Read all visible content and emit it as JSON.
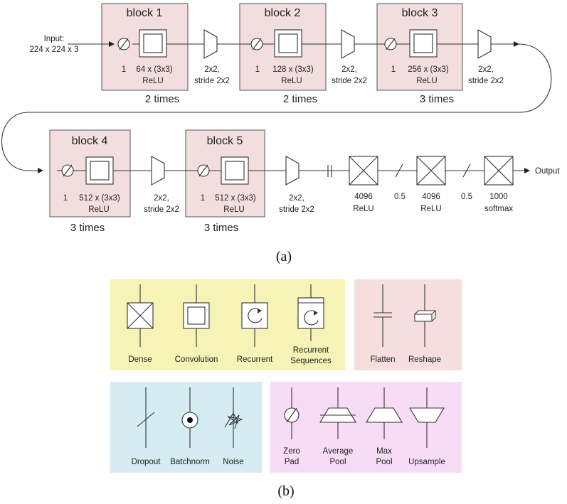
{
  "top": {
    "input_label_1": "Input:",
    "input_label_2": "224 x 224 x 3",
    "output_label": "Output",
    "blocks": [
      {
        "title": "block 1",
        "pad": "1",
        "conv_1": "64 x (3x3)",
        "conv_2": "ReLU",
        "times": "2 times"
      },
      {
        "title": "block 2",
        "pad": "1",
        "conv_1": "128 x (3x3)",
        "conv_2": "ReLU",
        "times": "2 times"
      },
      {
        "title": "block 3",
        "pad": "1",
        "conv_1": "256 x (3x3)",
        "conv_2": "ReLU",
        "times": "3 times"
      },
      {
        "title": "block 4",
        "pad": "1",
        "conv_1": "512 x (3x3)",
        "conv_2": "ReLU",
        "times": "3 times"
      },
      {
        "title": "block 5",
        "pad": "1",
        "conv_1": "512 x (3x3)",
        "conv_2": "ReLU",
        "times": "3 times"
      }
    ],
    "pool_1": "2x2,",
    "pool_2": "stride 2x2",
    "dense": [
      {
        "l1": "4096",
        "l2": "ReLU"
      },
      {
        "l1": "4096",
        "l2": "ReLU"
      },
      {
        "l1": "1000",
        "l2": "softmax"
      }
    ],
    "dropout": [
      "0.5",
      "0.5"
    ],
    "caption": "(a)"
  },
  "legend": {
    "colors": {
      "layers": "#f5f3b5",
      "shape": "#f6dede",
      "regularize": "#d4ecf2",
      "pooling": "#f8dcf6",
      "block": "#f2dede"
    },
    "layers": [
      {
        "icon": "dense-icon",
        "label": "Dense"
      },
      {
        "icon": "convolution-icon",
        "label": "Convolution"
      },
      {
        "icon": "recurrent-icon",
        "label": "Recurrent"
      },
      {
        "icon": "recurrent-sequences-icon",
        "label_1": "Recurrent",
        "label_2": "Sequences"
      }
    ],
    "shape": [
      {
        "icon": "flatten-icon",
        "label": "Flatten"
      },
      {
        "icon": "reshape-icon",
        "label": "Reshape"
      }
    ],
    "regularize": [
      {
        "icon": "dropout-icon",
        "label": "Dropout"
      },
      {
        "icon": "batchnorm-icon",
        "label": "Batchnorm"
      },
      {
        "icon": "noise-icon",
        "label": "Noise"
      }
    ],
    "pooling": [
      {
        "icon": "zero-pad-icon",
        "label_1": "Zero",
        "label_2": "Pad"
      },
      {
        "icon": "average-pool-icon",
        "label_1": "Average",
        "label_2": "Pool"
      },
      {
        "icon": "max-pool-icon",
        "label_1": "Max",
        "label_2": "Pool"
      },
      {
        "icon": "upsample-icon",
        "label": "Upsample"
      }
    ],
    "caption": "(b)"
  }
}
